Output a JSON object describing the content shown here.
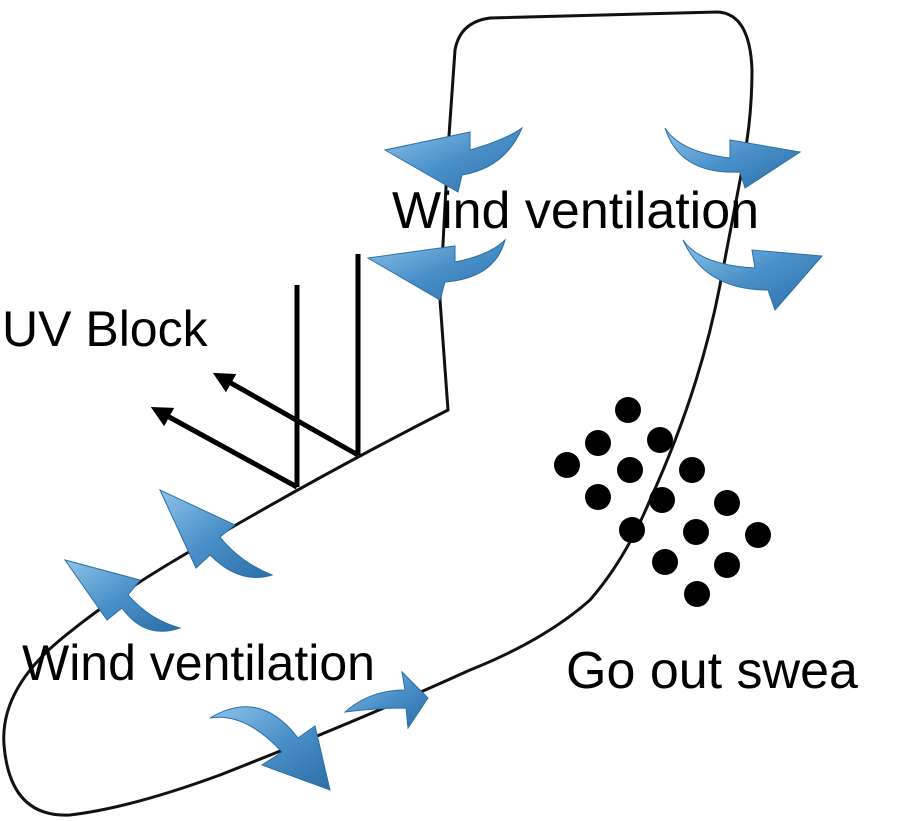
{
  "labels": {
    "top_ventilation": "Wind ventilation",
    "uv_block": "UV Block",
    "bottom_ventilation": "Wind ventilation",
    "sweat": "Go out swea"
  },
  "colors": {
    "outline": "#111111",
    "arrow_fill": "#4a90c8",
    "arrow_dark": "#2c6fa8",
    "arrow_light": "#8cc3ea",
    "dots": "#000000",
    "text": "#000000"
  },
  "icons": {
    "ventilation_arrow": "curved-arrow-icon",
    "uv_arrow": "arrow-icon",
    "sweat_dots": "dot-icon"
  }
}
